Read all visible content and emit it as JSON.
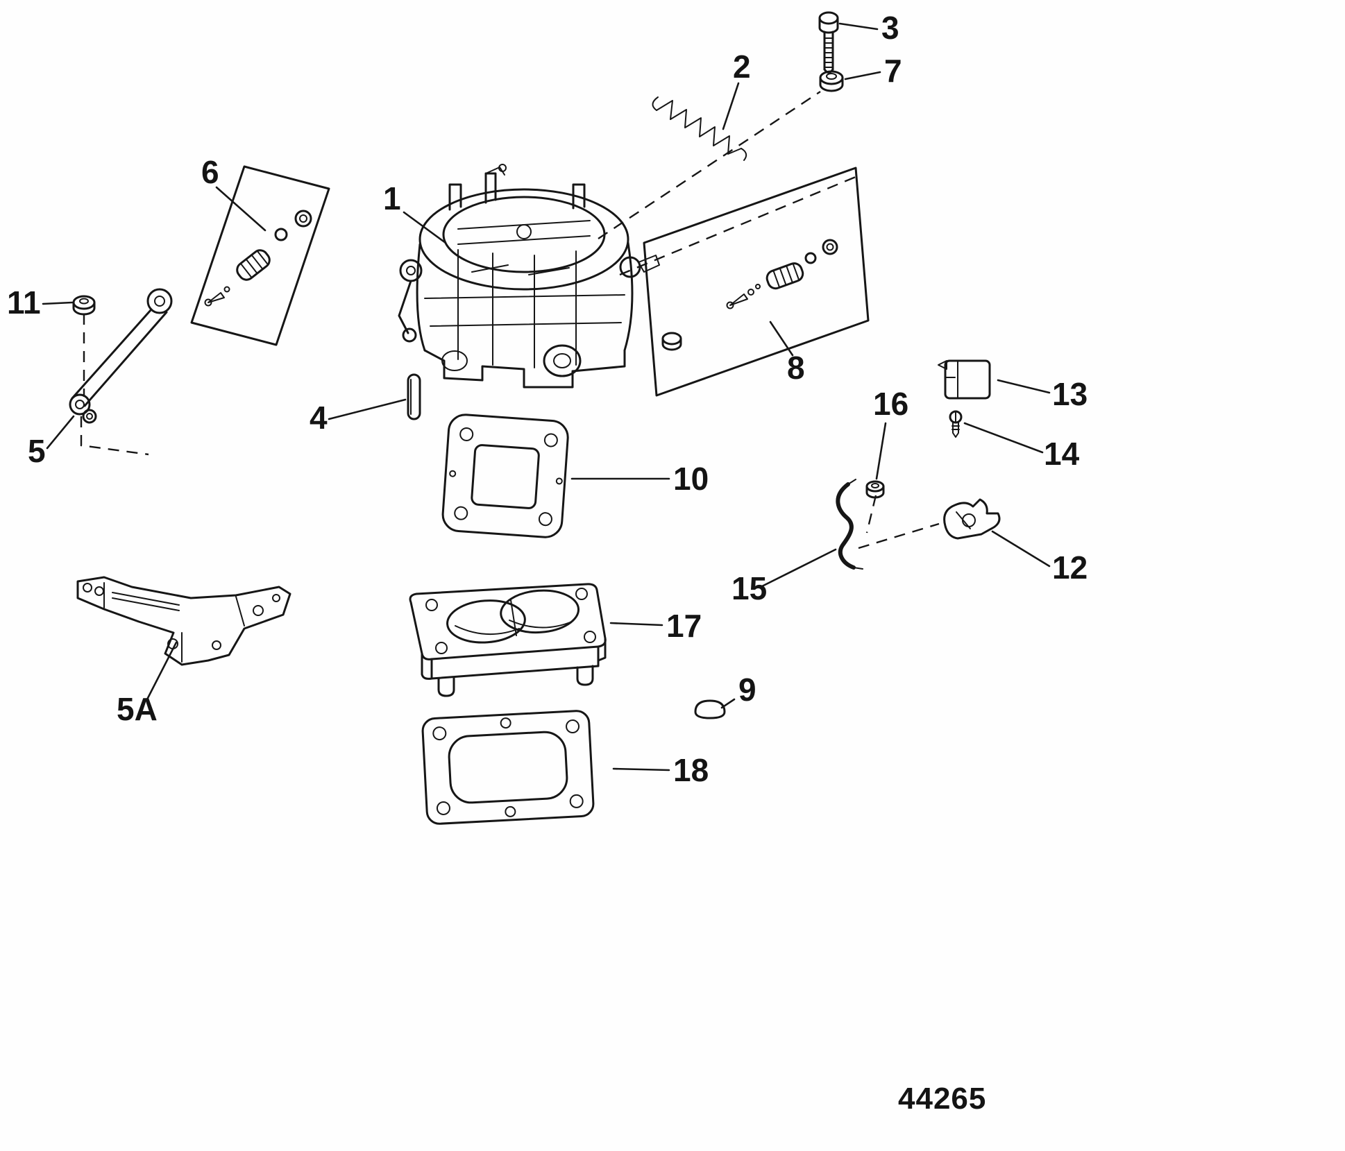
{
  "diagram": {
    "callouts": [
      {
        "label": "1"
      },
      {
        "label": "2"
      },
      {
        "label": "3"
      },
      {
        "label": "4"
      },
      {
        "label": "5"
      },
      {
        "label": "5A"
      },
      {
        "label": "6"
      },
      {
        "label": "7"
      },
      {
        "label": "8"
      },
      {
        "label": "9"
      },
      {
        "label": "10"
      },
      {
        "label": "11"
      },
      {
        "label": "12"
      },
      {
        "label": "13"
      },
      {
        "label": "14"
      },
      {
        "label": "15"
      },
      {
        "label": "16"
      },
      {
        "label": "17"
      },
      {
        "label": "18"
      }
    ],
    "drawing_number": "44265"
  }
}
